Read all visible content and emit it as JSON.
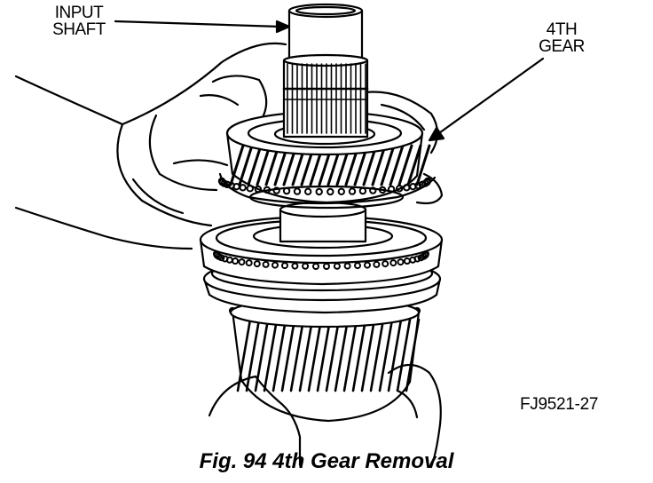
{
  "callouts": {
    "input_shaft": [
      "INPUT",
      "SHAFT"
    ],
    "fourth_gear": [
      "4TH",
      "GEAR"
    ]
  },
  "figure_code": "FJ9521-27",
  "caption": "Fig. 94 4th Gear Removal",
  "colors": {
    "ink": "#000000",
    "paper": "#ffffff"
  }
}
